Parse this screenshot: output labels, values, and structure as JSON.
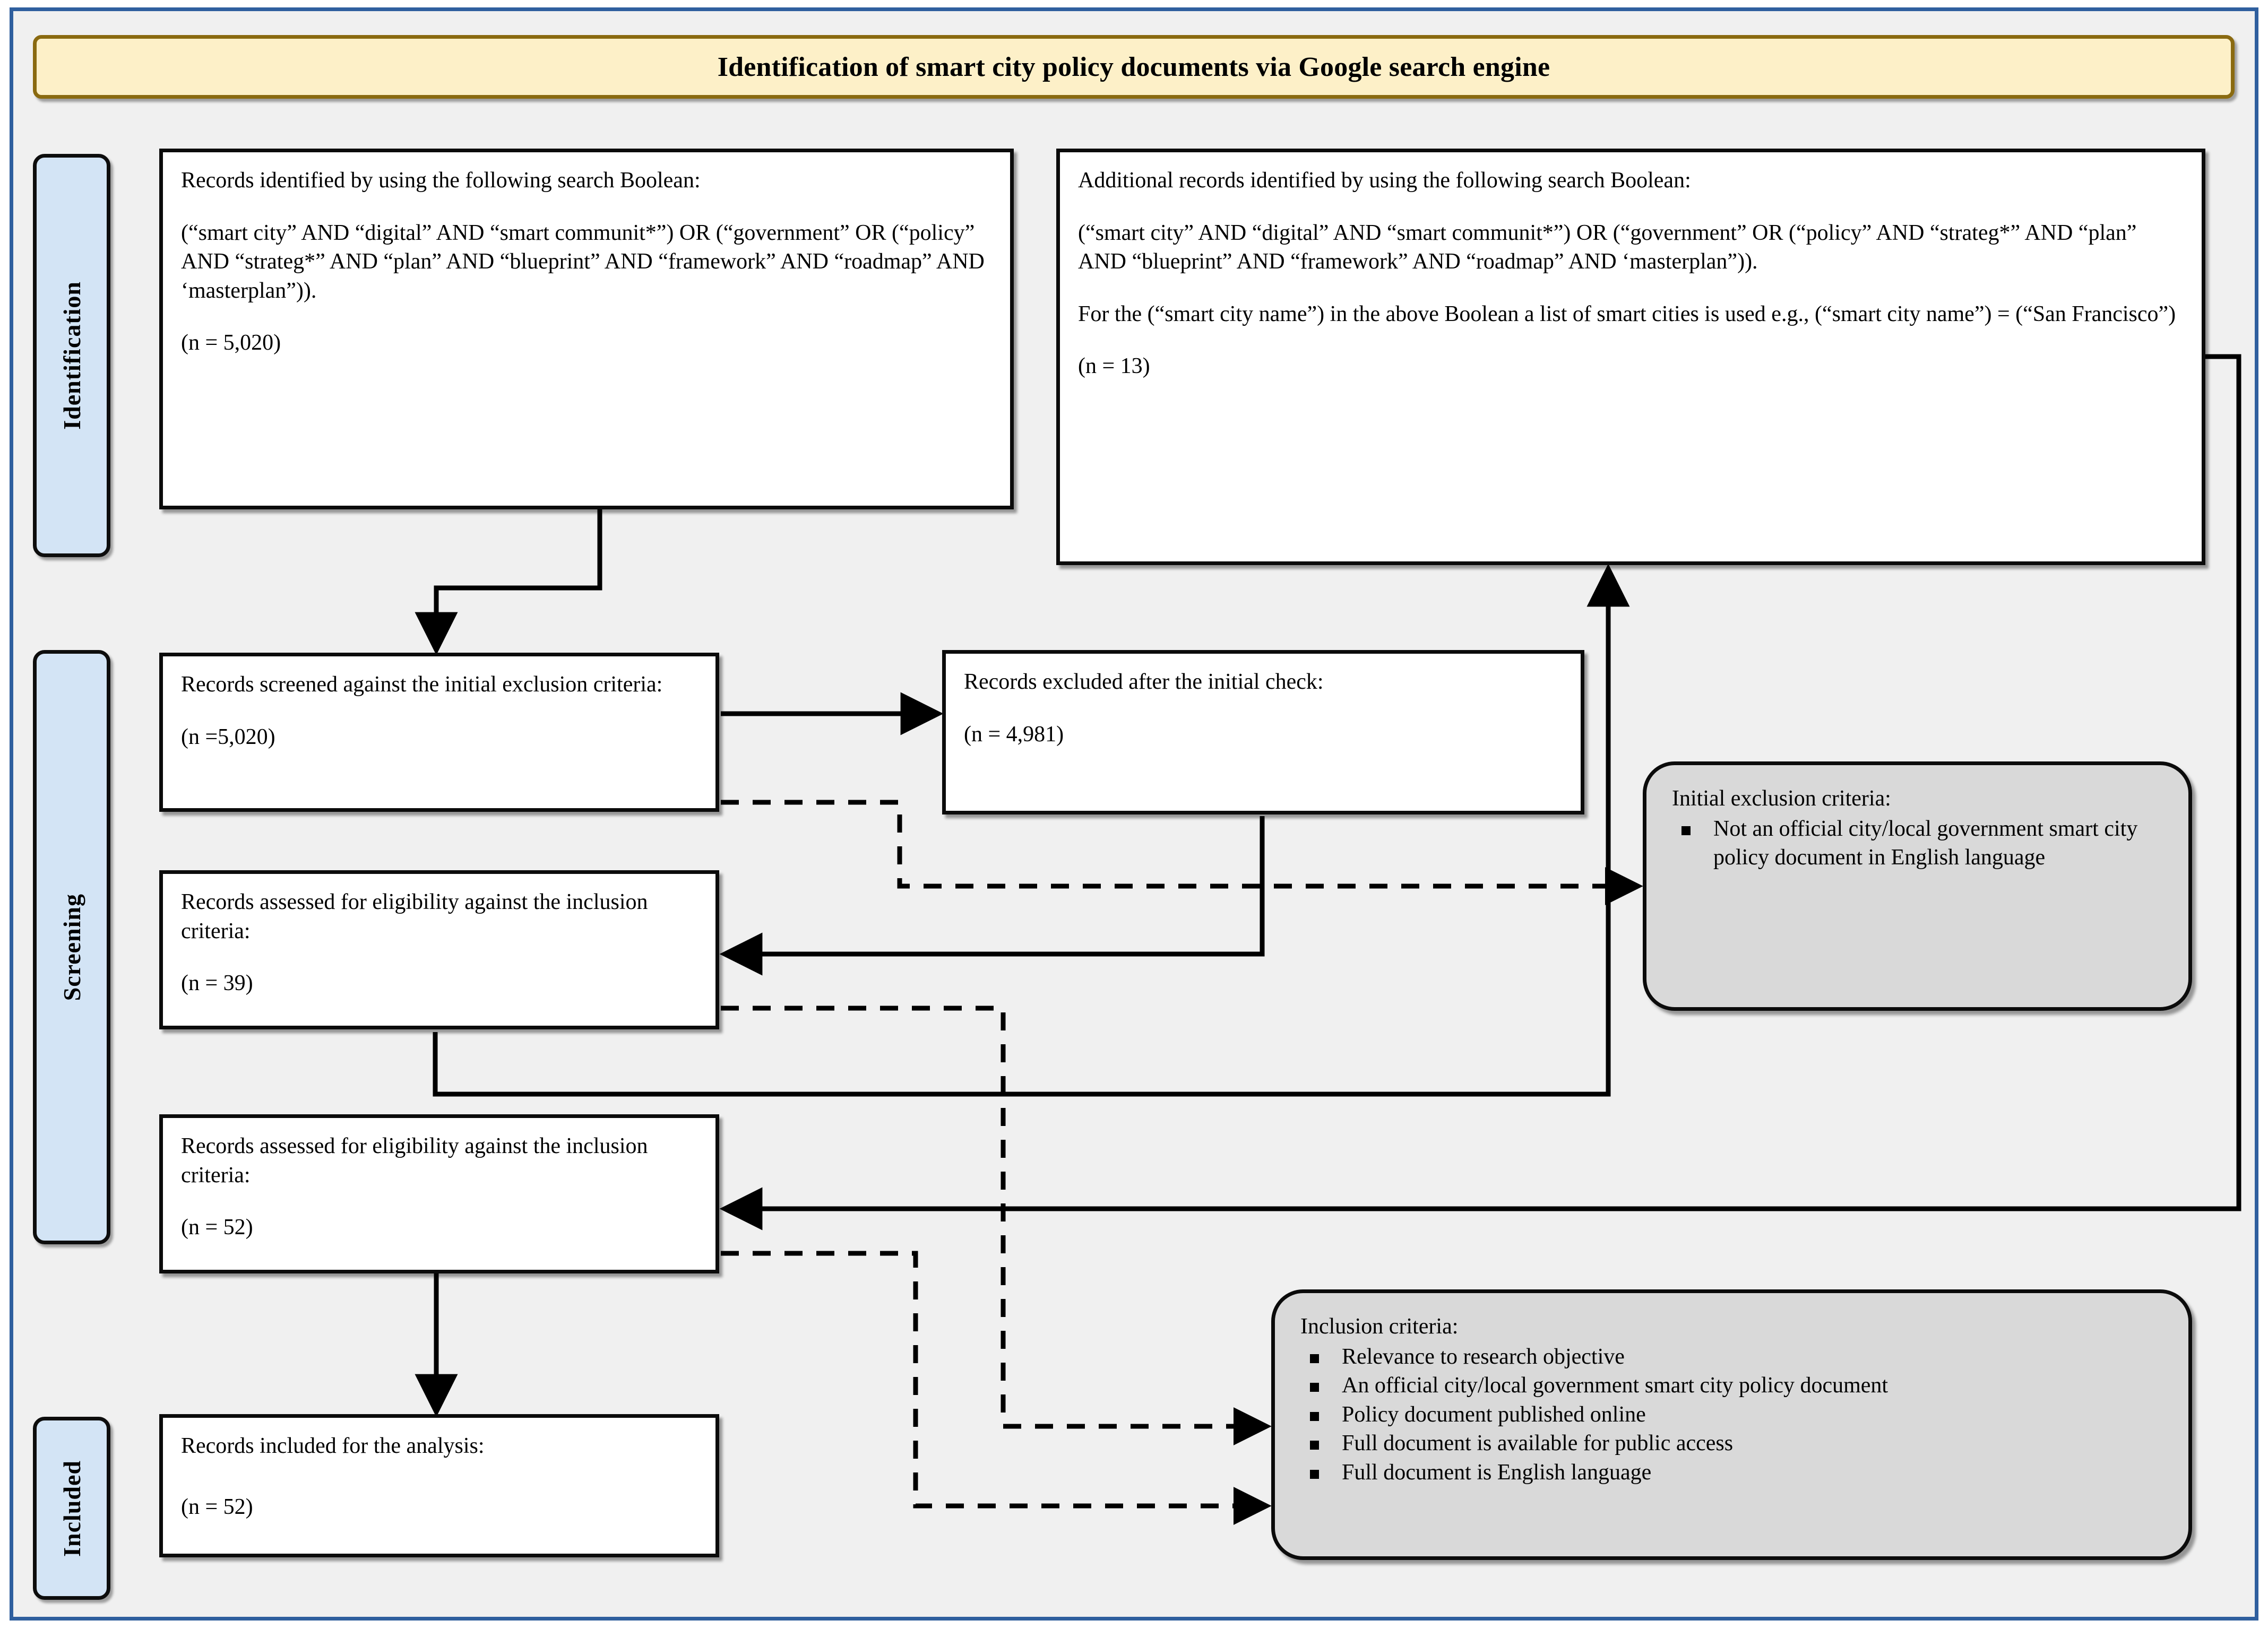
{
  "title": {
    "text": "Identification of smart city policy documents via Google search engine"
  },
  "phases": [
    {
      "id": "identification",
      "label": "Identification"
    },
    {
      "id": "screening",
      "label": "Screening"
    },
    {
      "id": "included",
      "label": "Included"
    }
  ],
  "boxes": {
    "identified": {
      "heading": "Records identified by using the following search Boolean:",
      "boolean": "(“smart city” AND “digital” AND “smart communit*”) OR (“government” OR (“policy” AND “strateg*” AND “plan” AND “blueprint” AND “framework” AND “roadmap” AND ‘masterplan”)).",
      "count": "(n = 5,020)"
    },
    "additional": {
      "heading": "Additional records identified by using the following search Boolean:",
      "boolean": "(“smart city” AND “digital” AND “smart communit*”) OR (“government” OR (“policy” AND “strateg*” AND “plan” AND “blueprint” AND “framework” AND “roadmap” AND ‘masterplan”)).",
      "note": "For the (“smart city name”) in the above Boolean a list of smart cities is used e.g., (“smart city name”) = (“San Francisco”)",
      "count": "(n = 13)"
    },
    "screened": {
      "heading": "Records screened against the initial exclusion criteria:",
      "count": "(n =5,020)"
    },
    "excluded": {
      "heading": "Records excluded after the initial check:",
      "count": "(n = 4,981)"
    },
    "eligibility_39": {
      "heading": "Records assessed for eligibility against the inclusion criteria:",
      "count": "(n = 39)"
    },
    "eligibility_52": {
      "heading": "Records assessed for eligibility against the inclusion criteria:",
      "count": "(n = 52)"
    },
    "included_analysis": {
      "heading": "Records included for the analysis:",
      "count": "(n = 52)"
    }
  },
  "criteria": {
    "exclusion": {
      "heading": "Initial exclusion criteria:",
      "items": [
        "Not an official city/local government smart city policy document in English language"
      ]
    },
    "inclusion": {
      "heading": "Inclusion criteria:",
      "items": [
        "Relevance to research objective",
        "An official city/local government smart city policy document",
        "Policy document published online",
        "Full document is available for public access",
        "Full document is English language"
      ]
    }
  },
  "colors": {
    "outer_frame": "#2f5f9e",
    "canvas": "#f0f0f0",
    "title_fill": "#fdf0c8",
    "title_border": "#8a6a10",
    "phase_tab_fill": "#d3e4f5",
    "criteria_fill": "#d9d9d9",
    "box_border": "#0b0b0b",
    "connector": "#000000"
  }
}
